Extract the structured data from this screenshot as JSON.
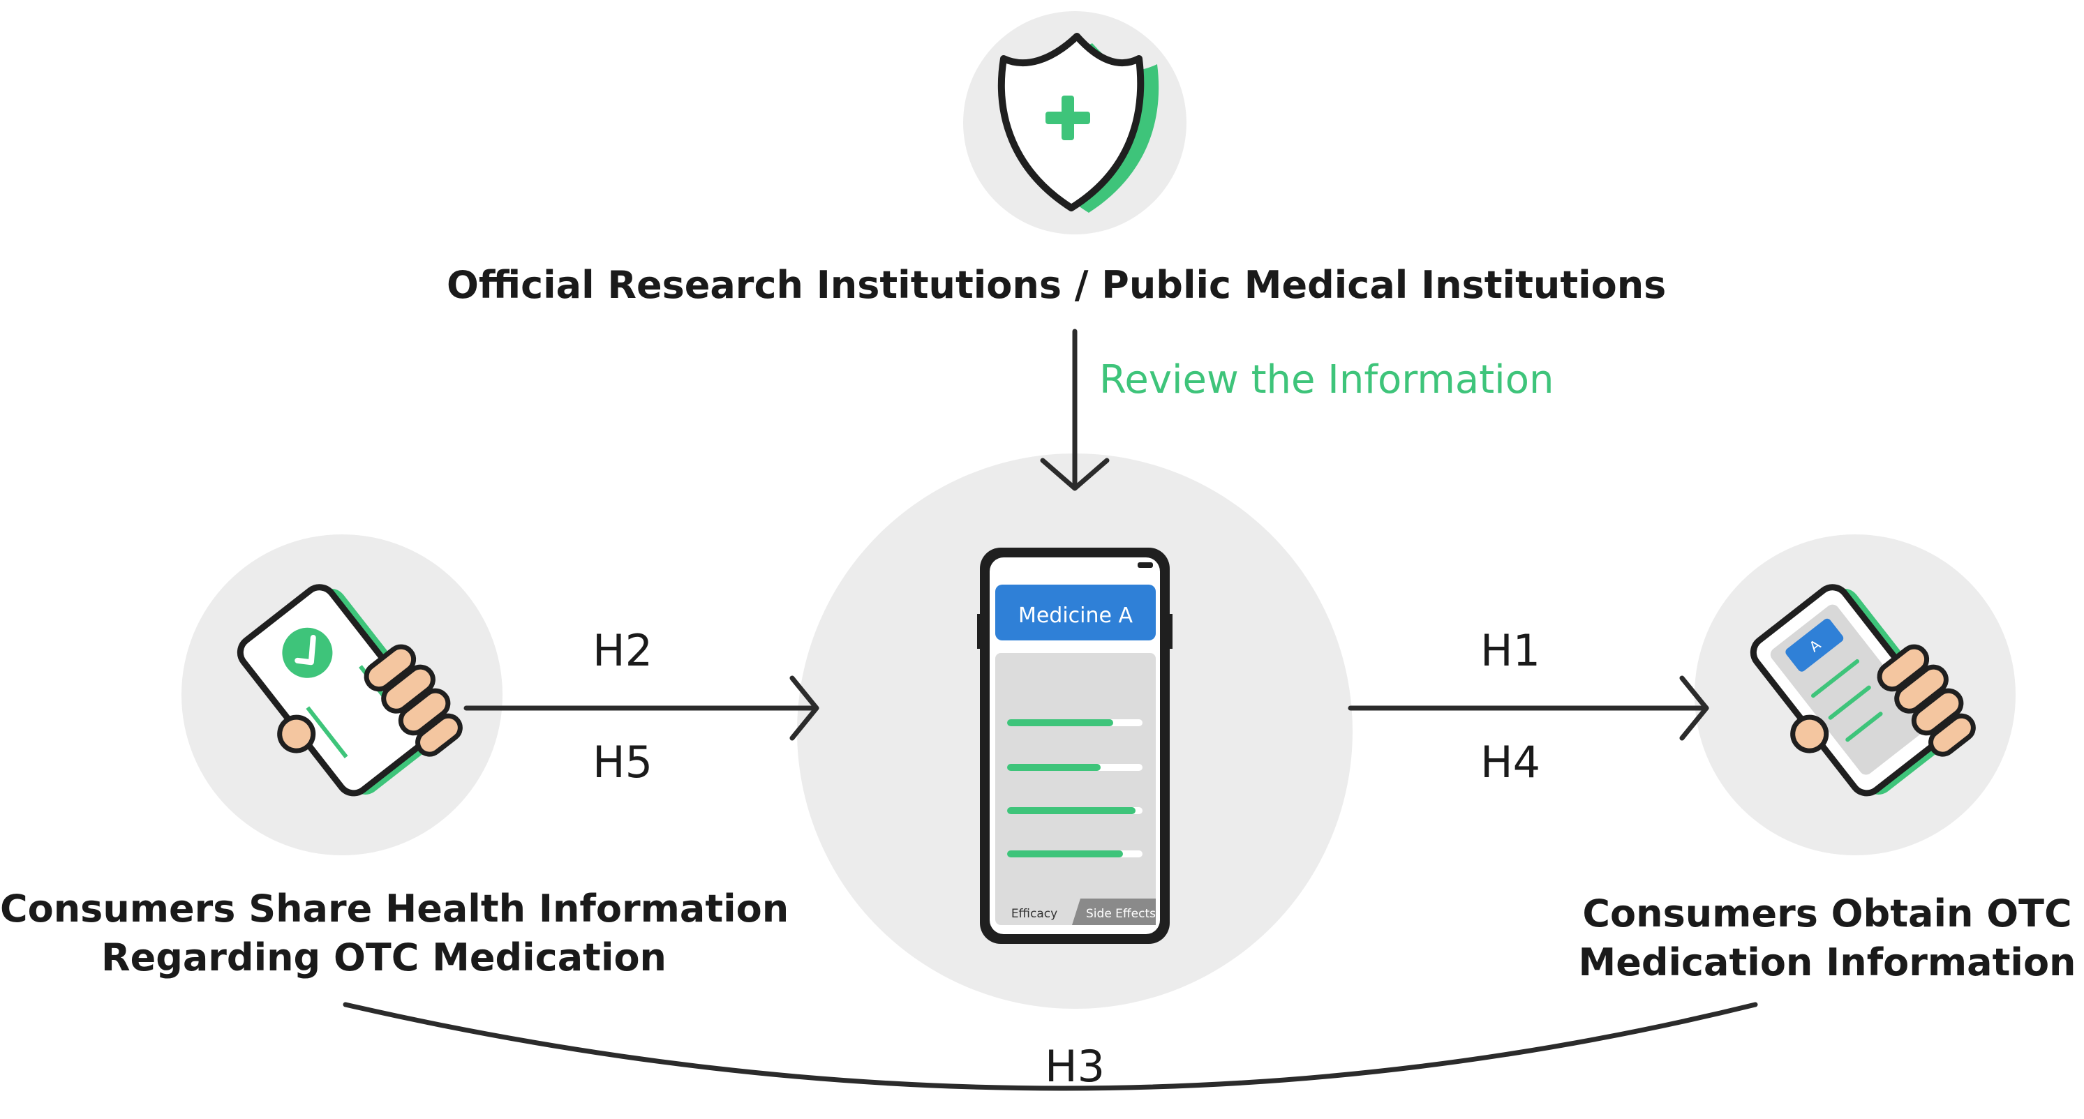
{
  "colors": {
    "accent_green": "#3ec47a",
    "circle_bg": "#ececec",
    "line": "#2b2b2b",
    "phone_header": "#2f80d7",
    "skin": "#f4c6a0"
  },
  "nodes": {
    "top": {
      "label": "Official Research Institutions / Public Medical Institutions",
      "icon": "shield-plus-icon"
    },
    "center": {
      "icon": "smartphone-icon",
      "phone_header": "Medicine A",
      "tab_efficacy": "Efficacy",
      "tab_side_effects": "Side Effects"
    },
    "left": {
      "label_line1": "Consumers Share Health Information",
      "label_line2": "Regarding OTC Medication",
      "icon": "hand-phone-check-icon"
    },
    "right": {
      "label_line1": "Consumers Obtain OTC",
      "label_line2": "Medication Information",
      "icon": "hand-phone-info-icon",
      "icon_letter": "A"
    }
  },
  "edges": {
    "review": "Review the Information",
    "left_upper": "H2",
    "left_lower": "H5",
    "right_upper": "H1",
    "right_lower": "H4",
    "bottom": "H3"
  }
}
